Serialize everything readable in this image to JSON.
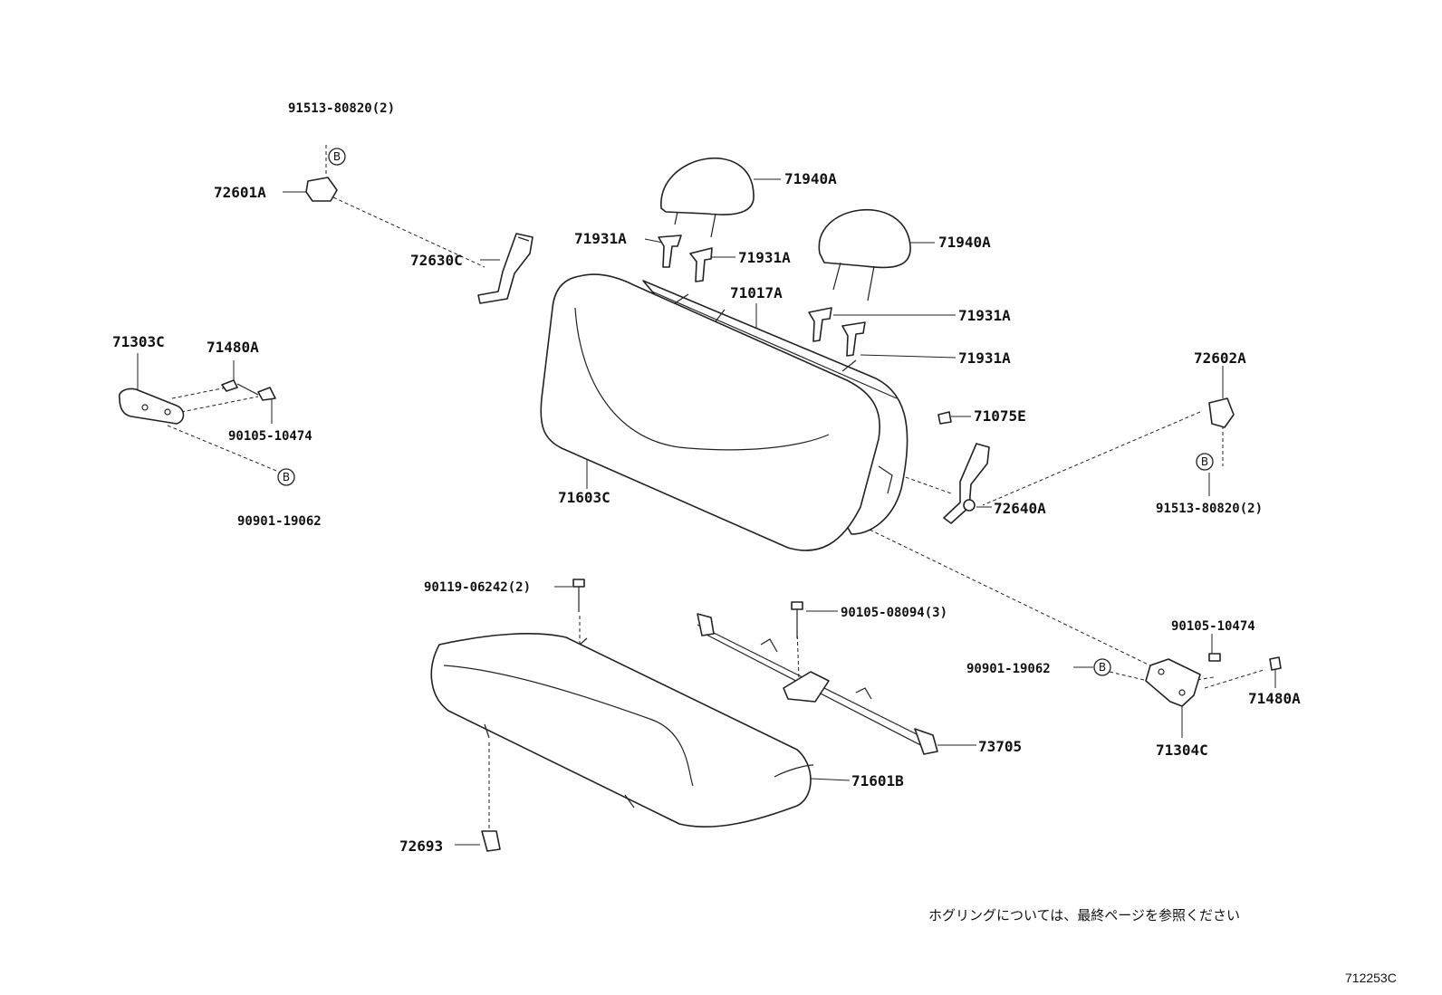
{
  "labels": {
    "l_91513_tl": "91513-80820(2)",
    "l_72601A": "72601A",
    "l_72630C": "72630C",
    "l_71940A_1": "71940A",
    "l_71940A_2": "71940A",
    "l_71931A_1": "71931A",
    "l_71931A_2": "71931A",
    "l_71931A_3": "71931A",
    "l_71931A_4": "71931A",
    "l_71017A": "71017A",
    "l_71303C": "71303C",
    "l_71480A_l": "71480A",
    "l_90105_10474_l": "90105-10474",
    "l_90901_l": "90901-19062",
    "l_71603C": "71603C",
    "l_71075E": "71075E",
    "l_72602A": "72602A",
    "l_91513_r": "91513-80820(2)",
    "l_72640A": "72640A",
    "l_90119": "90119-06242(2)",
    "l_90105_08094": "90105-08094(3)",
    "l_90105_10474_r": "90105-10474",
    "l_90901_r": "90901-19062",
    "l_71480A_r": "71480A",
    "l_71304C": "71304C",
    "l_73705": "73705",
    "l_71601B": "71601B",
    "l_72693": "72693"
  },
  "badge_letter": "B",
  "note": "ホグリングについては、最終ページを参照ください",
  "diagram_code": "712253C"
}
